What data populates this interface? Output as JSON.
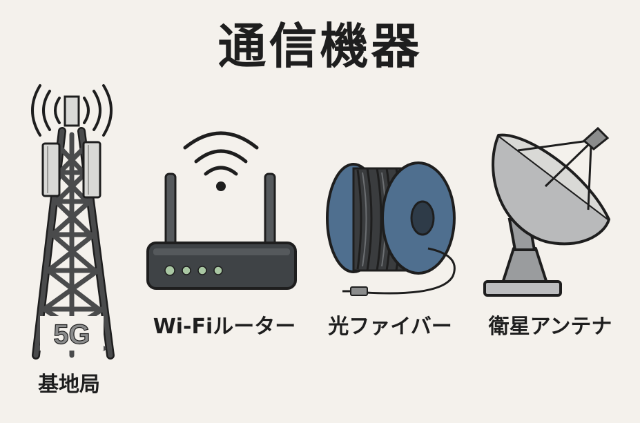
{
  "title": "通信機器",
  "devices": [
    {
      "label": "基地局",
      "icon": "cell-tower-icon",
      "badge": "5G"
    },
    {
      "label": "Wi-Fiルーター",
      "icon": "wifi-router-icon"
    },
    {
      "label": "光ファイバー",
      "icon": "fiber-cable-reel-icon"
    },
    {
      "label": "衛星アンテナ",
      "icon": "satellite-dish-icon"
    }
  ],
  "colors": {
    "background": "#f4f1ec",
    "outline": "#1e1e1e",
    "metal_dark": "#4a4b4c",
    "panel_light": "#d9d9d6",
    "fiber_blue": "#4f6f8f",
    "router_body": "#3f4346",
    "led_green": "#a9c7a3"
  }
}
